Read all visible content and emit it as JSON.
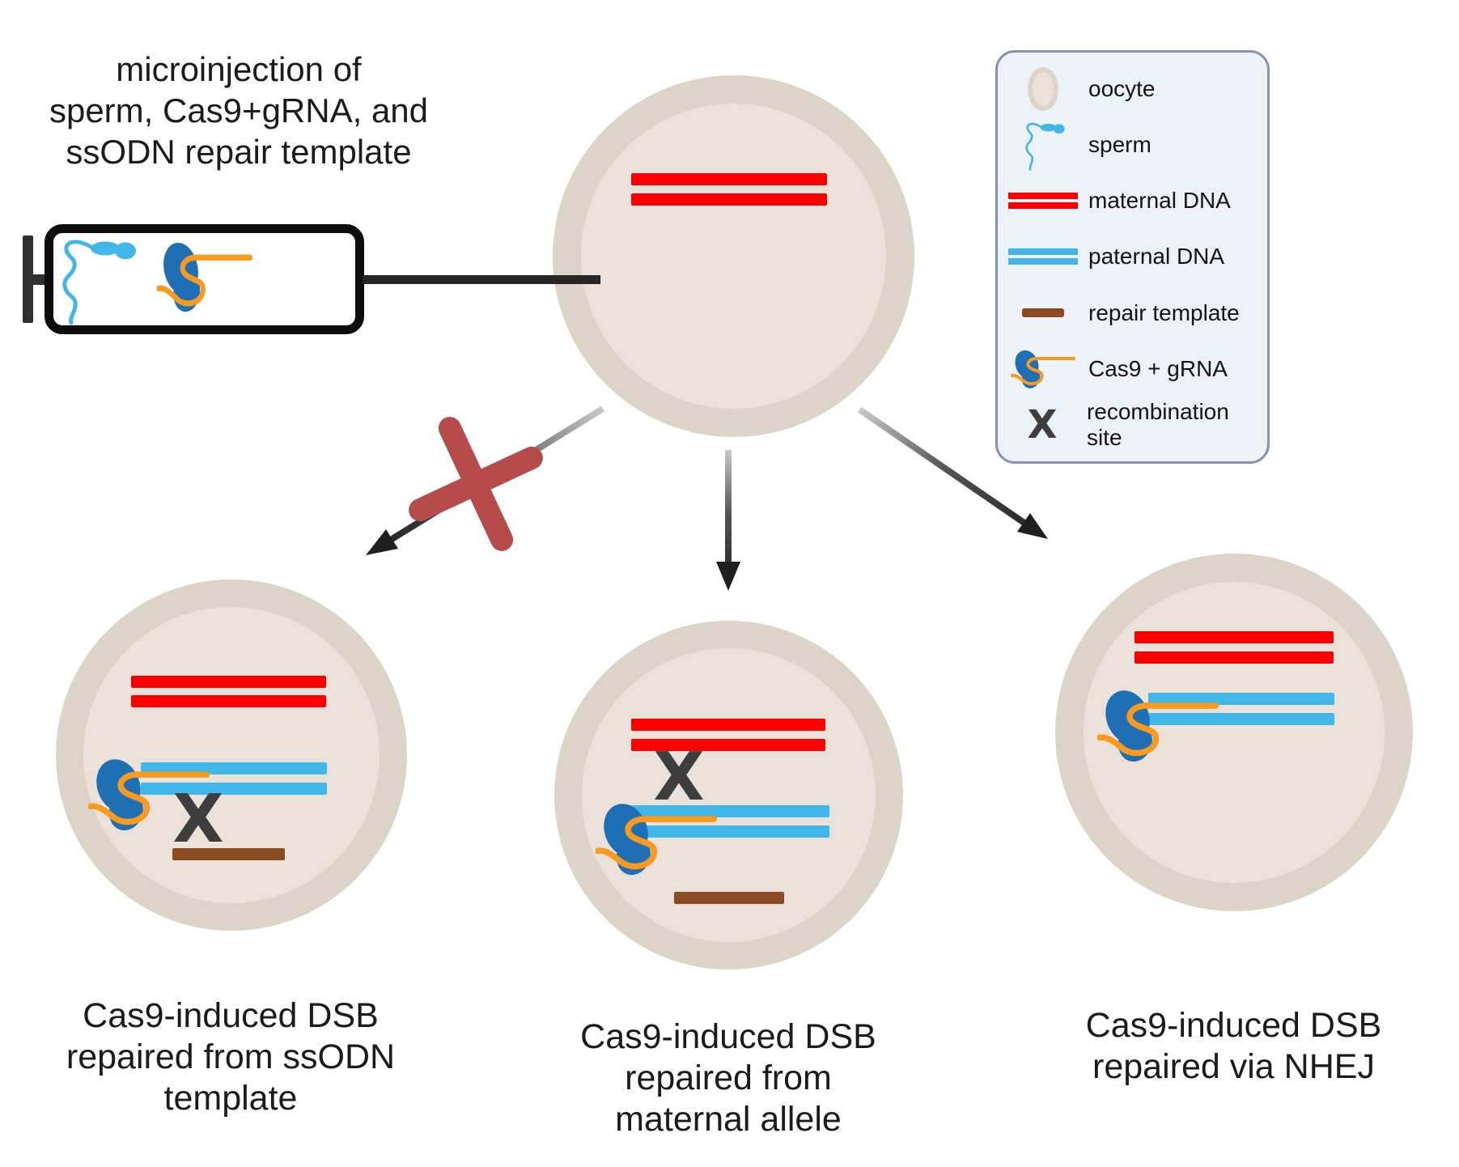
{
  "header": {
    "lines": [
      "microinjection of",
      "sperm, Cas9+gRNA, and",
      "ssODN repair template"
    ]
  },
  "legend": {
    "items": [
      {
        "icon": "oocyte-icon",
        "label": "oocyte"
      },
      {
        "icon": "sperm-icon",
        "label": "sperm"
      },
      {
        "icon": "maternal-dna-icon",
        "label": "maternal DNA"
      },
      {
        "icon": "paternal-dna-icon",
        "label": "paternal DNA"
      },
      {
        "icon": "repair-template-icon",
        "label": "repair template"
      },
      {
        "icon": "cas9-grna-icon",
        "label": "Cas9 + gRNA"
      },
      {
        "icon": "recombination-site-icon",
        "label": "recombination site"
      }
    ]
  },
  "glyphs": {
    "recombination_x": "X"
  },
  "outcomes": [
    {
      "caption_lines": [
        "Cas9-induced DSB",
        "repaired from ssODN",
        "template"
      ],
      "blocked": true
    },
    {
      "caption_lines": [
        "Cas9-induced DSB",
        "repaired from",
        "maternal allele"
      ],
      "blocked": false
    },
    {
      "caption_lines": [
        "Cas9-induced DSB",
        "repaired via NHEJ"
      ],
      "blocked": false
    }
  ],
  "colors": {
    "ink": "#1b1b1b",
    "red": "#fa0000",
    "blue": "#41b6e8",
    "cas9_blue": "#1e6fb4",
    "grna_orange": "#f79a1e",
    "brown": "#8b4b22",
    "oocyte_outer": "#ddd4c8",
    "oocyte_inner": "#e9e1da",
    "x_dark": "#3e3e3e",
    "x_red": "#b54b4b",
    "arrow_dark": "#1f1f1f",
    "legend_bg": "#edf1f8",
    "legend_border": "#8792b1"
  }
}
